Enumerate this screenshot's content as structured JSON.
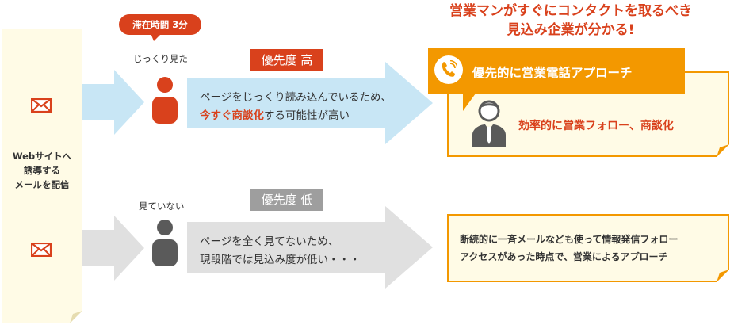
{
  "headline": {
    "line1": "営業マンがすぐにコンタクトを取るべき",
    "line2": "見込み企業が分かる!"
  },
  "left_panel": {
    "line1": "Webサイトへ",
    "line2": "誘導する",
    "line3": "メールを配信"
  },
  "high": {
    "stay_bubble": "滞在時間 3分",
    "status": "じっくり見た",
    "priority": "優先度 高",
    "message_line1": "ページをじっくり読み込んでいるため、",
    "message_highlight": "今すぐ商談化",
    "message_line2_rest": "する可能性が高い",
    "action_title": "優先的に営業電話アプローチ",
    "action_result": "効率的に営業フォロー、商談化"
  },
  "low": {
    "status": "見ていない",
    "priority": "優先度 低",
    "message_line1": "ページを全く見てないため、",
    "message_line2": "現段階では見込み度が低い・・・",
    "action_line1": "断続的に一斉メールなども使って情報発信フォロー",
    "action_line2": "アクセスがあった時点で、営業によるアプローチ"
  },
  "colors": {
    "accent_red": "#d9411c",
    "accent_orange": "#f39800",
    "arrow_blue": "#c8e6f5",
    "arrow_gray": "#e0e0e0",
    "person_gray": "#5a5a5a",
    "priority_low_gray": "#9e9e9e",
    "panel_cream": "#fffbe6"
  },
  "icons": [
    "mail-icon",
    "person-icon",
    "phone-icon",
    "businessman-icon"
  ]
}
